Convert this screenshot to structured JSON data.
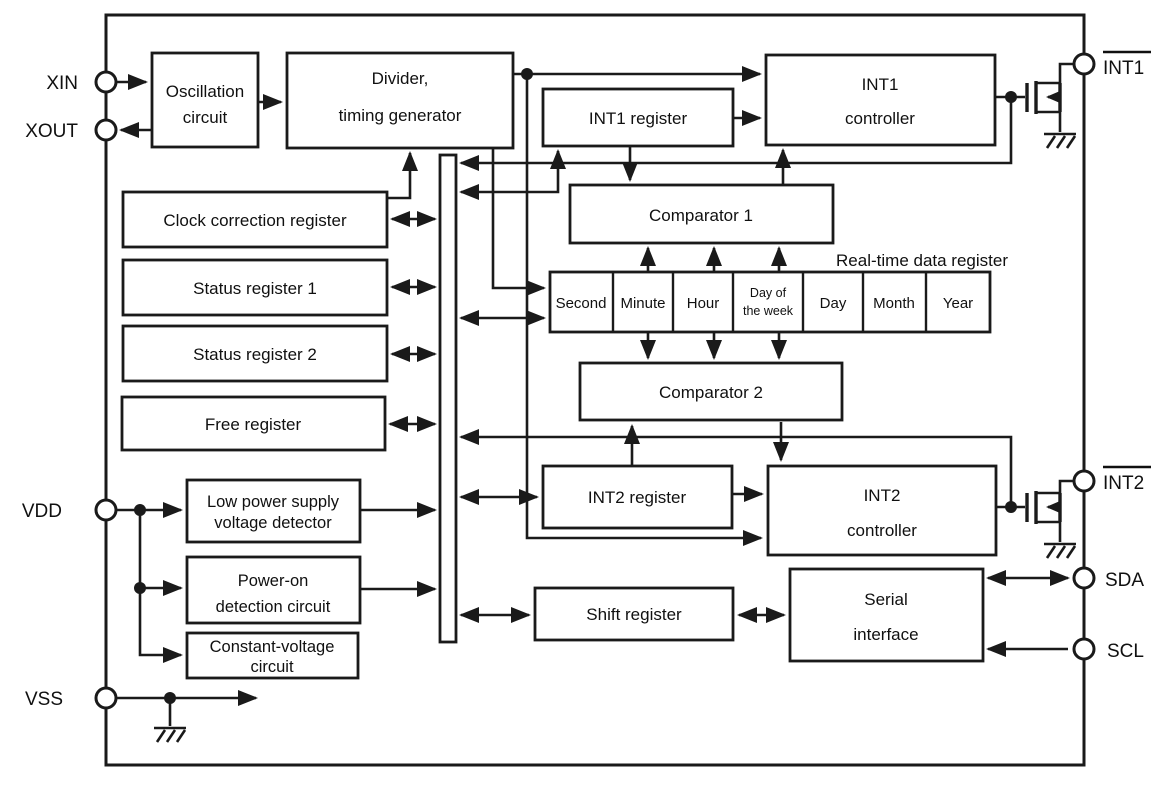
{
  "pins": {
    "xin": {
      "label": "XIN"
    },
    "xout": {
      "label": "XOUT"
    },
    "vdd": {
      "label": "VDD"
    },
    "vss": {
      "label": "VSS"
    },
    "int1": {
      "label": "INT1",
      "active_low": true
    },
    "int2": {
      "label": "INT2",
      "active_low": true
    },
    "sda": {
      "label": "SDA"
    },
    "scl": {
      "label": "SCL"
    }
  },
  "blocks": {
    "oscillation": {
      "line1": "Oscillation",
      "line2": "circuit"
    },
    "divider": {
      "line1": "Divider,",
      "line2": "timing generator"
    },
    "clock_correction": {
      "label": "Clock correction register"
    },
    "status1": {
      "label": "Status register 1"
    },
    "status2": {
      "label": "Status register 2"
    },
    "free": {
      "label": "Free register"
    },
    "int1_register": {
      "label": "INT1 register"
    },
    "int1_controller": {
      "line1": "INT1",
      "line2": "controller"
    },
    "comparator1": {
      "label": "Comparator 1"
    },
    "comparator2": {
      "label": "Comparator 2"
    },
    "int2_register": {
      "label": "INT2 register"
    },
    "int2_controller": {
      "line1": "INT2",
      "line2": "controller"
    },
    "shift_register": {
      "label": "Shift register"
    },
    "serial_interface": {
      "line1": "Serial",
      "line2": "interface"
    },
    "low_power": {
      "line1": "Low power supply",
      "line2": "voltage detector"
    },
    "power_on": {
      "line1": "Power-on",
      "line2": "detection circuit"
    },
    "constant_voltage": {
      "line1": "Constant-voltage",
      "line2": "circuit"
    }
  },
  "rtc": {
    "title": "Real-time data register",
    "cells": [
      {
        "label": "Second"
      },
      {
        "label": "Minute"
      },
      {
        "label": "Hour"
      },
      {
        "line1": "Day of",
        "line2": "the week"
      },
      {
        "label": "Day"
      },
      {
        "label": "Month"
      },
      {
        "label": "Year"
      }
    ]
  },
  "colors": {
    "stroke": "#1a1a1a",
    "text": "#101010",
    "background": "#ffffff"
  }
}
